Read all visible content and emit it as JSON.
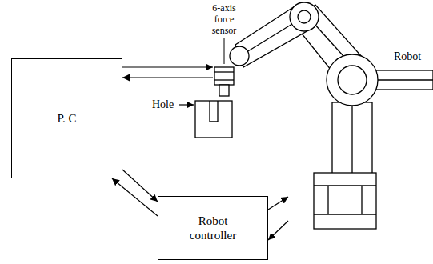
{
  "diagram": {
    "nodes": [
      {
        "text": [
          "P. C"
        ]
      },
      {
        "text": [
          "6-axis force sensor"
        ]
      },
      {
        "text": [
          "Robot"
        ]
      },
      {
        "text": [
          "Robot controller"
        ]
      }
    ],
    "edges": [
      {
        "from": 0,
        "to": 1,
        "arrow": "to"
      },
      {
        "from": 1,
        "to": 0,
        "arrow": "to"
      },
      {
        "from": 0,
        "to": 3,
        "arrow": "to"
      },
      {
        "from": 3,
        "to": 0,
        "arrow": "to"
      },
      {
        "from": 3,
        "to": 2,
        "arrow": "to"
      },
      {
        "from": 2,
        "to": 3,
        "arrow": "to"
      }
    ],
    "labels": [
      "Hole"
    ]
  }
}
